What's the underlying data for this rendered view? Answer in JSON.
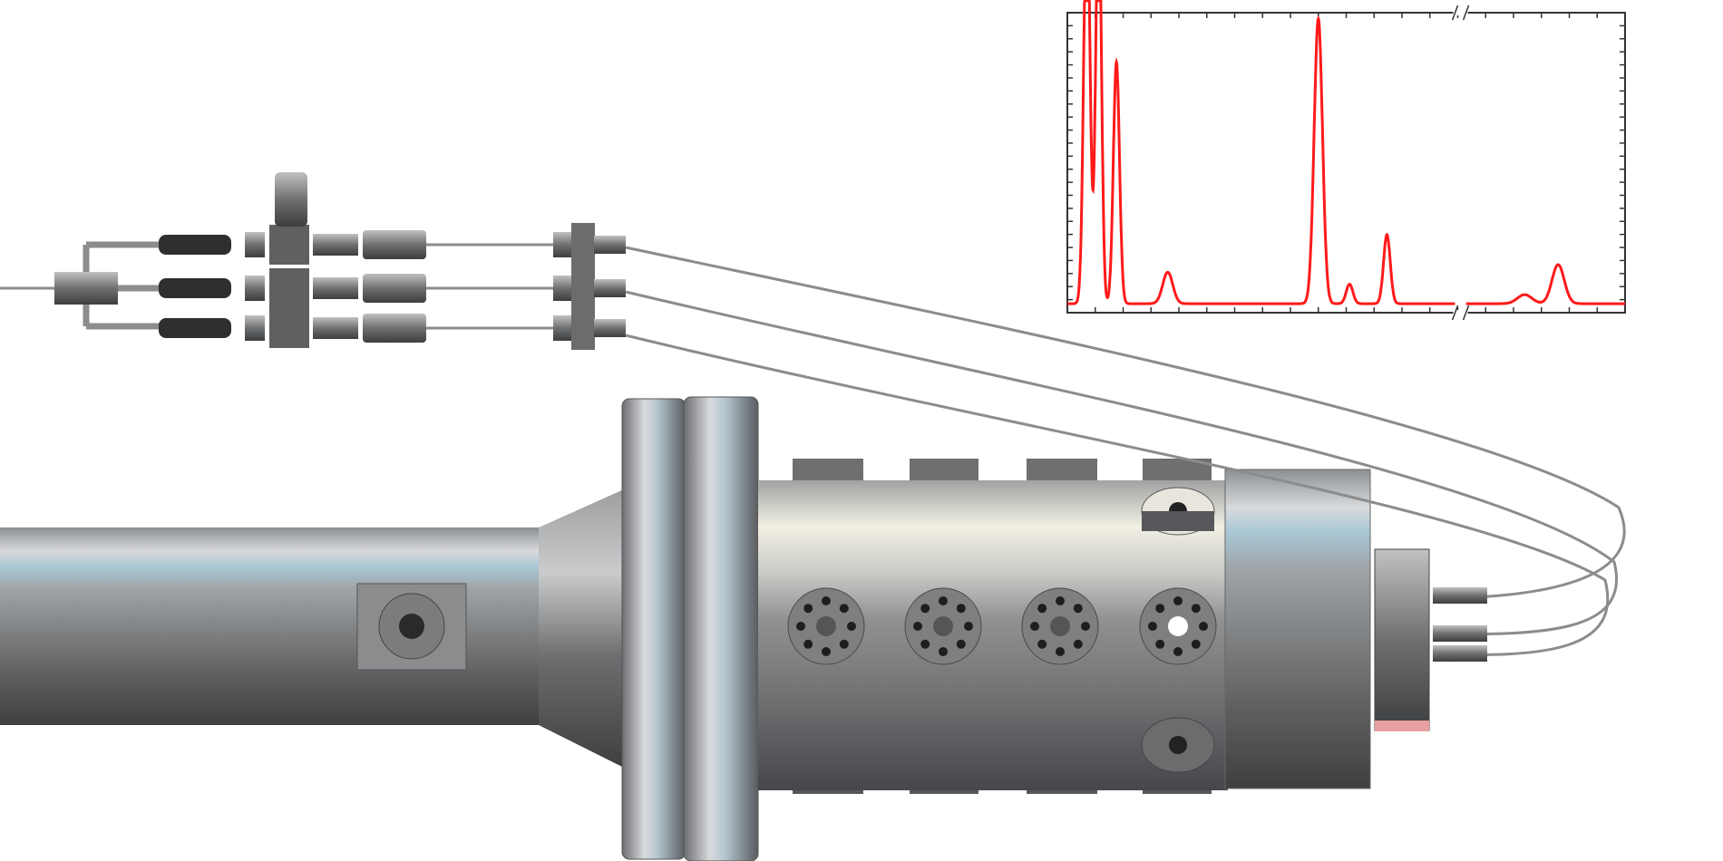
{
  "colors": {
    "spectrum_line": "#ff1a1a",
    "frame": "#333333",
    "steel_light": "#e6e8ea",
    "steel_mid": "#9a9c9e",
    "steel_dark": "#4a4b4d",
    "gas_line": "#8a8c8e"
  },
  "chart_data": {
    "type": "line",
    "title": "",
    "xlabel": "",
    "ylabel": "",
    "xlim": [
      0,
      100
    ],
    "ylim": [
      0,
      100
    ],
    "axis_break_x": [
      69.5,
      71.5
    ],
    "grid": false,
    "legend": "none",
    "baseline": 3,
    "series": [
      {
        "name": "spectrum",
        "peaks": [
          {
            "x": 3.5,
            "height": 140,
            "width": 0.55
          },
          {
            "x": 5.6,
            "height": 140,
            "width": 0.5
          },
          {
            "x": 8.8,
            "height": 80.5,
            "width": 0.55
          },
          {
            "x": 18.0,
            "height": 10.5,
            "width": 0.9
          },
          {
            "x": 45.0,
            "height": 95,
            "width": 0.75
          },
          {
            "x": 50.6,
            "height": 6.5,
            "width": 0.6
          },
          {
            "x": 57.3,
            "height": 23,
            "width": 0.6
          },
          {
            "x": 82.0,
            "height": 3,
            "width": 1.3
          },
          {
            "x": 88.0,
            "height": 13,
            "width": 1.1
          }
        ]
      }
    ]
  }
}
